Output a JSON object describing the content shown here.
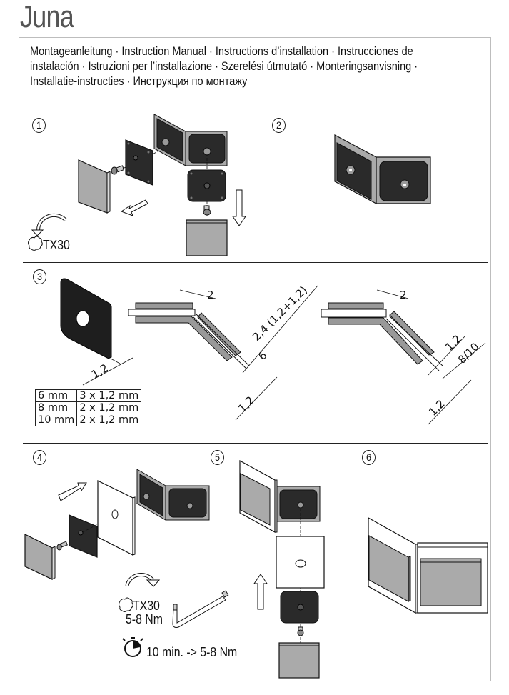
{
  "document": {
    "title": "Juna",
    "intro_lines": [
      "Montageanleitung · Instruction Manual · Instructions d’installation · Instrucciones de",
      "instalación · Istruzioni per l’installazione · Szerelési útmutató · Monteringsanvisning ·",
      "Installatie-instructies · Инструкция по монтажу"
    ]
  },
  "steps": [
    {
      "number": "1",
      "tool_label": "TX30",
      "icons": [
        "rotate-ccw-arrow-icon",
        "torx-icon",
        "arrow-down-left-icon",
        "arrow-down-icon"
      ]
    },
    {
      "number": "2"
    },
    {
      "number": "3",
      "gasket_thickness": "1,2",
      "glass_table": {
        "rows": [
          [
            "6 mm",
            "3 x 1,2 mm"
          ],
          [
            "8 mm",
            "2 x 1,2 mm"
          ],
          [
            "10 mm",
            "2 x 1,2 mm"
          ]
        ]
      },
      "diagram_a": {
        "gap": "2",
        "total": "2,4 (1,2+1,2)",
        "glass": "6",
        "gasket": "1,2"
      },
      "diagram_b": {
        "gap": "2",
        "gasket_top": "1,2",
        "glass": "8/10",
        "gasket_bottom": "1,2"
      }
    },
    {
      "number": "4",
      "tool_label": "TX30",
      "torque": "5-8 Nm",
      "timer_label": "10 min. -> 5-8 Nm",
      "icons": [
        "rotate-cw-arrow-icon",
        "torx-icon",
        "stopwatch-icon",
        "torx-key-icon",
        "arrow-right-icon"
      ]
    },
    {
      "number": "5",
      "icons": [
        "arrow-up-icon"
      ]
    },
    {
      "number": "6"
    }
  ]
}
